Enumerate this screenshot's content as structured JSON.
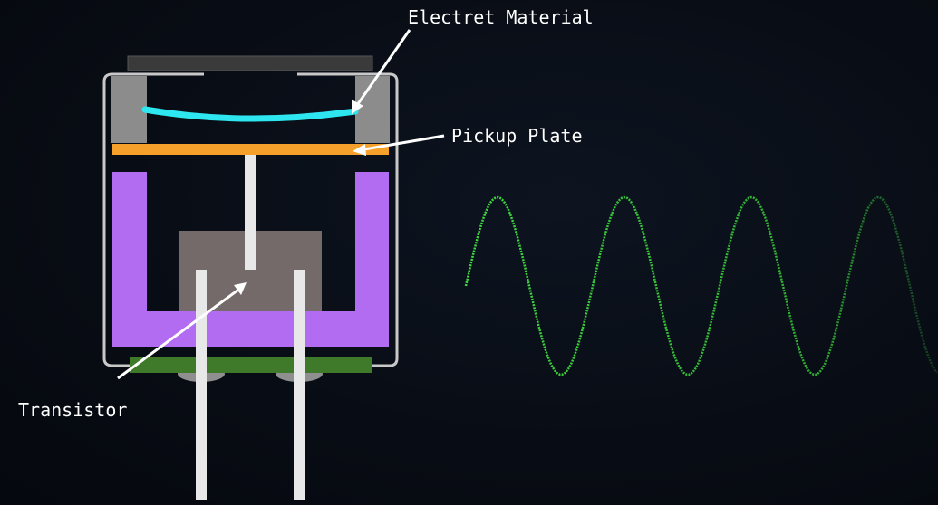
{
  "diagram": {
    "labels": {
      "electret": "Electret Material",
      "pickup": "Pickup Plate",
      "transistor": "Transistor"
    },
    "colors": {
      "background": "#080c14",
      "casing_outline": "#c8c8c8",
      "gasket": "#8c8c8c",
      "top_cap": "#3a3a3a",
      "electret": "#2ee6f0",
      "pickup_plate": "#f5a02a",
      "backplate": "#b26cf2",
      "transistor": "#756a6a",
      "lead": "#e8e8e8",
      "pcb": "#3f7a2a",
      "solder": "#8f8f8f",
      "waveform": "#3fdc3f"
    }
  }
}
